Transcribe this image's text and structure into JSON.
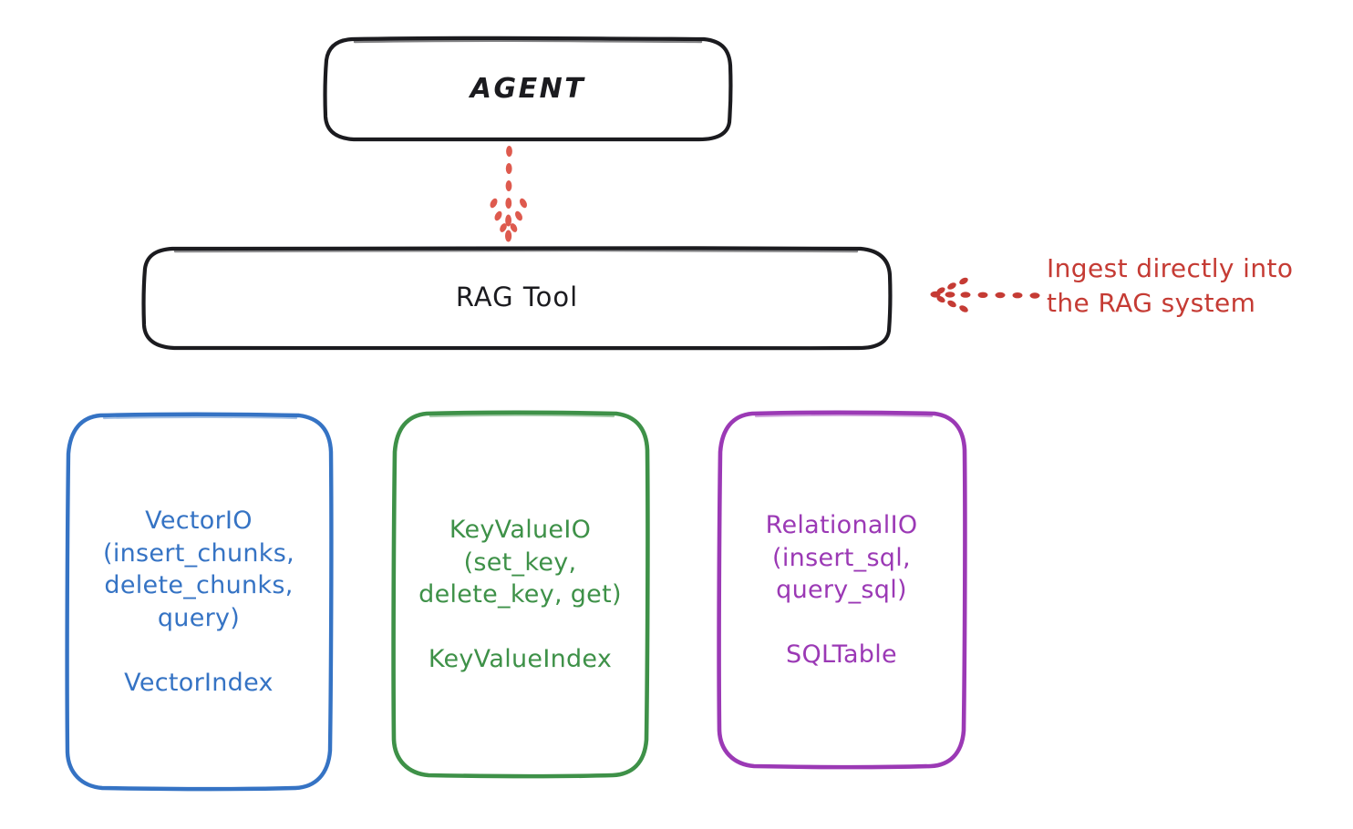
{
  "diagram": {
    "title_node": {
      "label": "AGENT"
    },
    "tool_node": {
      "label": "RAG Tool"
    },
    "providers": [
      {
        "id": "vectorio",
        "label": "VectorIO\n(insert_chunks,\ndelete_chunks,\nquery)\n\nVectorIndex",
        "api": "VectorIO",
        "methods": [
          "insert_chunks",
          "delete_chunks",
          "query"
        ],
        "index": "VectorIndex",
        "color": "#3573c4"
      },
      {
        "id": "keyvalueio",
        "label": "KeyValueIO\n(set_key,\ndelete_key, get)\n\nKeyValueIndex",
        "api": "KeyValueIO",
        "methods": [
          "set_key",
          "delete_key",
          "get"
        ],
        "index": "KeyValueIndex",
        "color": "#3e9148"
      },
      {
        "id": "relationalio",
        "label": "RelationalIO\n(insert_sql,\nquery_sql)\n\nSQLTable",
        "api": "RelationalIO",
        "methods": [
          "insert_sql",
          "query_sql"
        ],
        "index": "SQLTable",
        "color": "#9b39b5"
      }
    ],
    "annotation": {
      "text": "Ingest directly into\nthe RAG system",
      "color": "#c53b34"
    },
    "colors": {
      "stroke_black": "#1b1b1f",
      "accent_red": "#c53b34",
      "blue": "#3573c4",
      "green": "#3e9148",
      "purple": "#9b39b5",
      "background": "#ffffff"
    }
  }
}
